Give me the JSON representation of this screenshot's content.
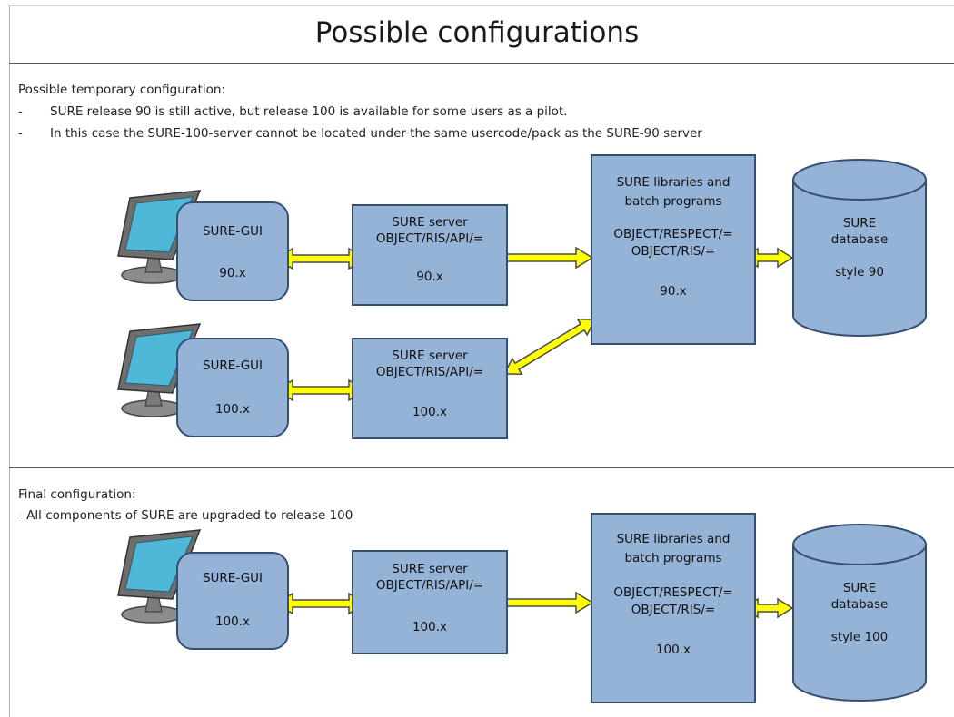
{
  "title": "Possible configurations",
  "temporary": {
    "heading": "Possible temporary configuration:",
    "bullets": [
      "SURE release 90 is still active, but release 100 is available for some users as a pilot.",
      "In this case the SURE-100-server cannot be located under the same usercode/pack as the SURE-90 server"
    ],
    "bullet_marker": "-",
    "gui_90": {
      "name": "SURE-GUI",
      "version": "90.x"
    },
    "gui_100": {
      "name": "SURE-GUI",
      "version": "100.x"
    },
    "server_90": {
      "line1": "SURE server",
      "line2": "OBJECT/RIS/API/=",
      "version": "90.x"
    },
    "server_100": {
      "line1": "SURE server",
      "line2": "OBJECT/RIS/API/=",
      "version": "100.x"
    },
    "libraries": {
      "line1": "SURE libraries and",
      "line2": "batch programs",
      "line3": "OBJECT/RESPECT/=",
      "line4": "OBJECT/RIS/=",
      "version": "90.x"
    },
    "database": {
      "line1": "SURE",
      "line2": "database",
      "style": "style 90"
    }
  },
  "final": {
    "heading": "Final configuration:",
    "bullet": "- All components of SURE are upgraded to release 100",
    "gui": {
      "name": "SURE-GUI",
      "version": "100.x"
    },
    "server": {
      "line1": "SURE server",
      "line2": "OBJECT/RIS/API/=",
      "version": "100.x"
    },
    "libraries": {
      "line1": "SURE libraries and",
      "line2": "batch programs",
      "line3": "OBJECT/RESPECT/=",
      "line4": "OBJECT/RIS/=",
      "version": "100.x"
    },
    "database": {
      "line1": "SURE",
      "line2": "database",
      "style": "style 100"
    }
  },
  "colors": {
    "box_fill": "#95b3d7",
    "box_border": "#374e70",
    "arrow_fill": "#ffff00",
    "arrow_border": "#4a4a4a",
    "screen": "#4fb8d8"
  }
}
